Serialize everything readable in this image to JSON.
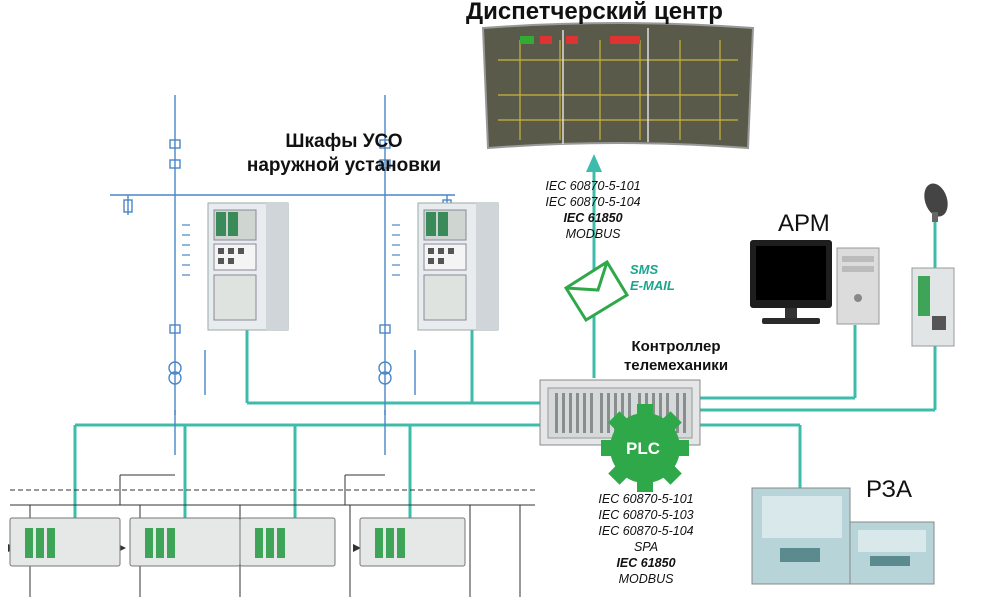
{
  "labels": {
    "dispatch_center": "Диспетчерский центр",
    "uso_cabinets_line1": "Шкафы УСО",
    "uso_cabinets_line2": "наружной установки",
    "controller_line1": "Контроллер",
    "controller_line2": "телемеханики",
    "arm": "АРМ",
    "rza": "РЗА",
    "plc": "PLC",
    "sms": "SMS",
    "email": "E-MAIL"
  },
  "protocols_top": {
    "p1": "IEC 60870-5-101",
    "p2": "IEC 60870-5-104",
    "p3": "IEC 61850",
    "p4": "MODBUS"
  },
  "protocols_bottom": {
    "p1": "IEC 60870-5-101",
    "p2": "IEC 60870-5-103",
    "p3": "IEC 60870-5-104",
    "p4": "SPA",
    "p5": "IEC 61850",
    "p6": "MODBUS"
  },
  "colors": {
    "link": "#3dbcab",
    "plc_gear": "#2fa84a",
    "scheme_line": "#4a86c8",
    "screen_bg": "#5a5a4a"
  }
}
